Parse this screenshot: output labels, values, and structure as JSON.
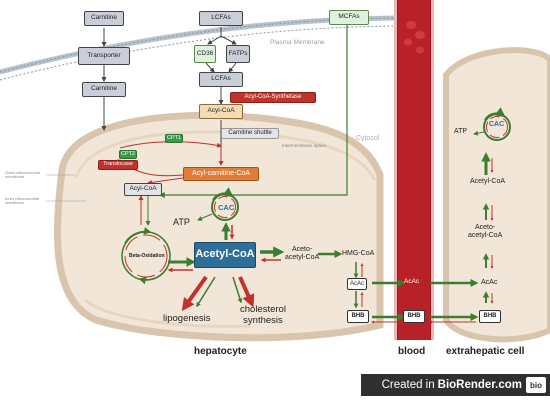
{
  "membrane": {
    "plasma": "Plasma Membrane",
    "cytosol": "Cytosol",
    "intermembrane": "Intermembrane space",
    "outer": "Outer mitochondrial membrane",
    "inner": "Inner mitochondrial membrane"
  },
  "top": {
    "carnitine": "Carnitine",
    "lcfas": "LCFAs",
    "mcfas": "MCFAs",
    "transporter": "Transporter",
    "cd36": "CD36",
    "fatps": "FATPs",
    "lcfas2": "LCFAs",
    "carnitine2": "Carnitine",
    "acyl_synth": "Acyl-CoA-Synthetase",
    "acyl_coa": "Acyl-CoA",
    "shuttle": "Carnitine shuttle"
  },
  "mito": {
    "cpt1": "CPT1",
    "cpt2": "CPT2",
    "translocase": "Translocase",
    "acylcarnitine": "Acyl-carnitine-CoA",
    "acylcoa": "Acyl-CoA",
    "atp": "ATP",
    "cac": "CAC",
    "beta": "Beta-Oxidation",
    "acetylcoa": "Acetyl-CoA",
    "acetoacetyl": [
      "Aceto-",
      "acetyl-CoA"
    ],
    "hmg": "HMG-CoA",
    "acac": "AcAc",
    "bhb": "BHB",
    "lipogenesis": "lipogenesis",
    "cholesterol": [
      "cholesterol",
      "synthesis"
    ]
  },
  "blood": {
    "acac": "AcAc",
    "bhb": "BHB"
  },
  "extra": {
    "atp": "ATP",
    "cac": "CAC",
    "acetylcoa": "Acetyl-CoA",
    "acetoacetyl": [
      "Aceto-",
      "acetyl-CoA"
    ],
    "acac": "AcAc",
    "bhb": "BHB"
  },
  "labels": {
    "hepatocyte": "hepatocyte",
    "blood": "blood",
    "extra": "extrahepatic cell"
  },
  "footer": {
    "created": "Created in",
    "brand": "BioRender.com",
    "logo": "bio"
  },
  "colors": {
    "green": "#3d7d2f",
    "red": "#c0322b",
    "blood": "#a8151c",
    "mito": "#f2e6d8"
  }
}
